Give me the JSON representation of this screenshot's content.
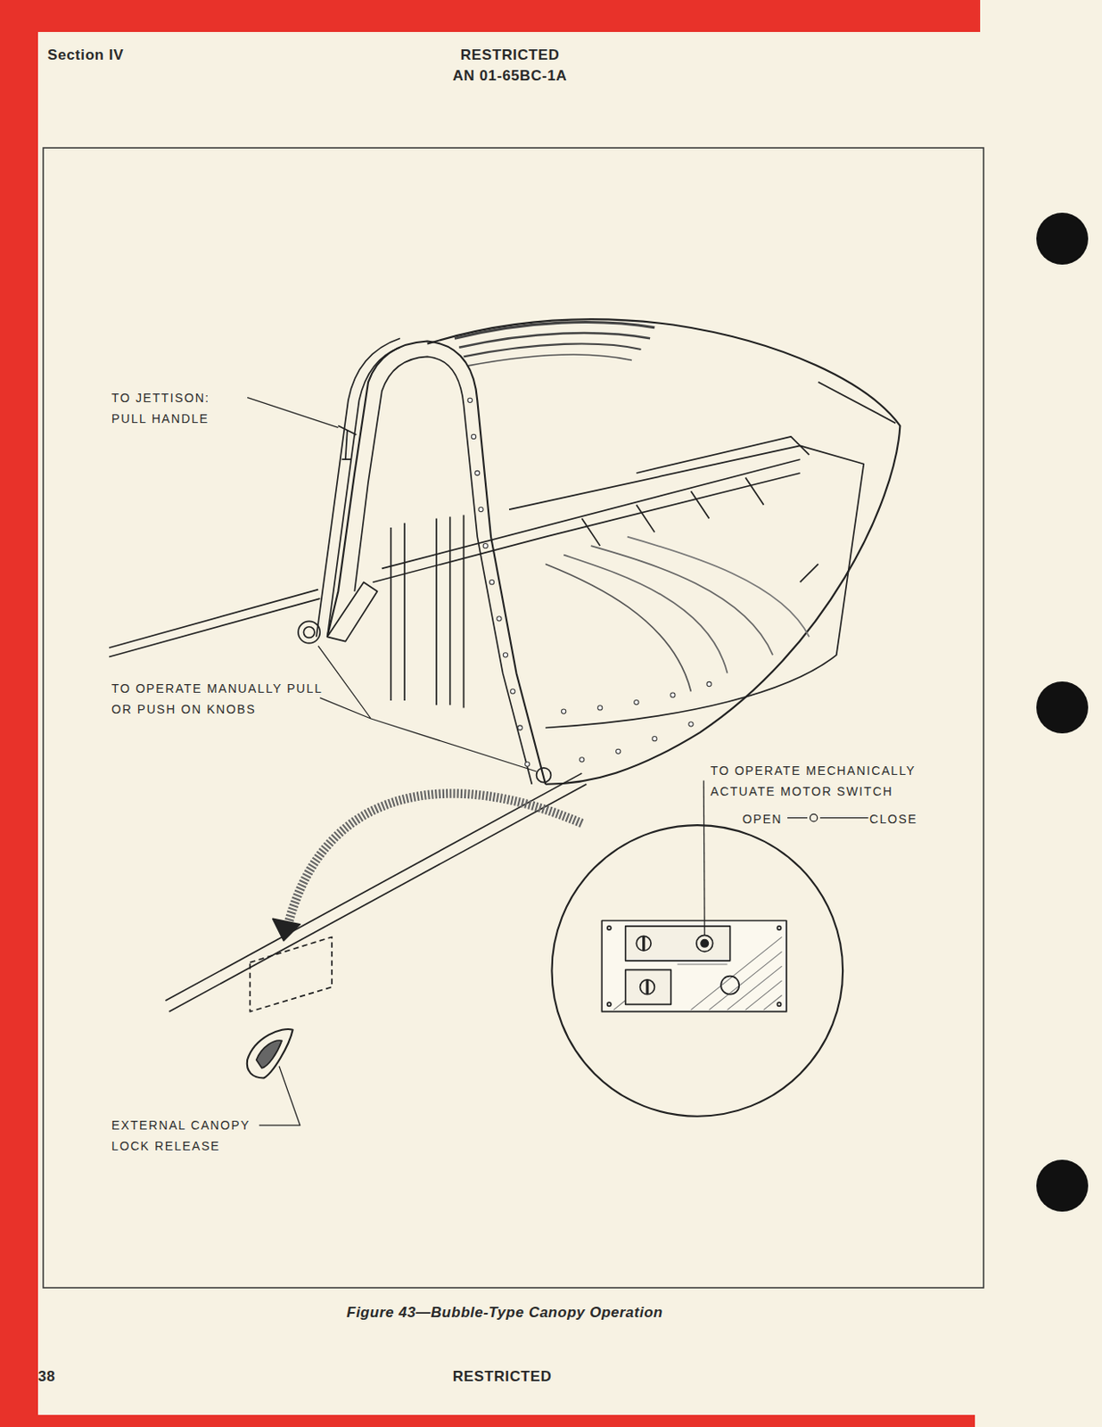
{
  "diagram": {
    "caption": "Figure 43—Bubble-Type Canopy Operation",
    "labels": [
      "Section IV",
      "RESTRICTED",
      "AN 01-65BC-1A",
      "TO JETTISON: PULL HANDLE",
      "TO OPERATE MANUALLY PULL OR PUSH ON KNOBS",
      "TO OPERATE MECHANICALLY ACTUATE MOTOR SWITCH",
      "OPEN",
      "CLOSE",
      "EXTERNAL CANOPY LOCK RELEASE",
      "38",
      "RESTRICTED"
    ]
  }
}
